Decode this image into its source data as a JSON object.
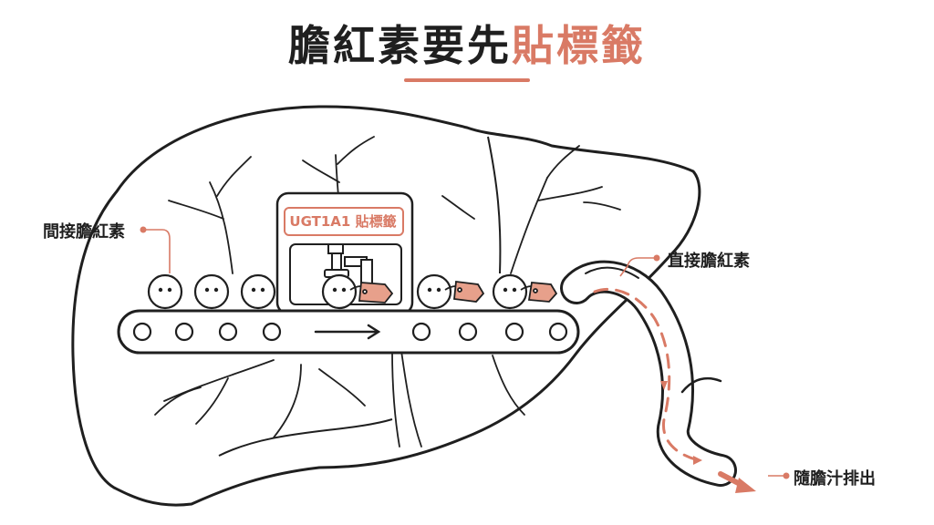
{
  "title": {
    "main": "膽紅素要先",
    "accent": "貼標籤"
  },
  "machine": {
    "label": "UGT1A1 貼標籤"
  },
  "labels": {
    "unconjugated": "間接膽紅素",
    "conjugated": "直接膽紅素",
    "excretion": "隨膽汁排出"
  },
  "colors": {
    "accent": "#d97a65",
    "ink": "#1f1f1f",
    "background": "#ffffff"
  }
}
